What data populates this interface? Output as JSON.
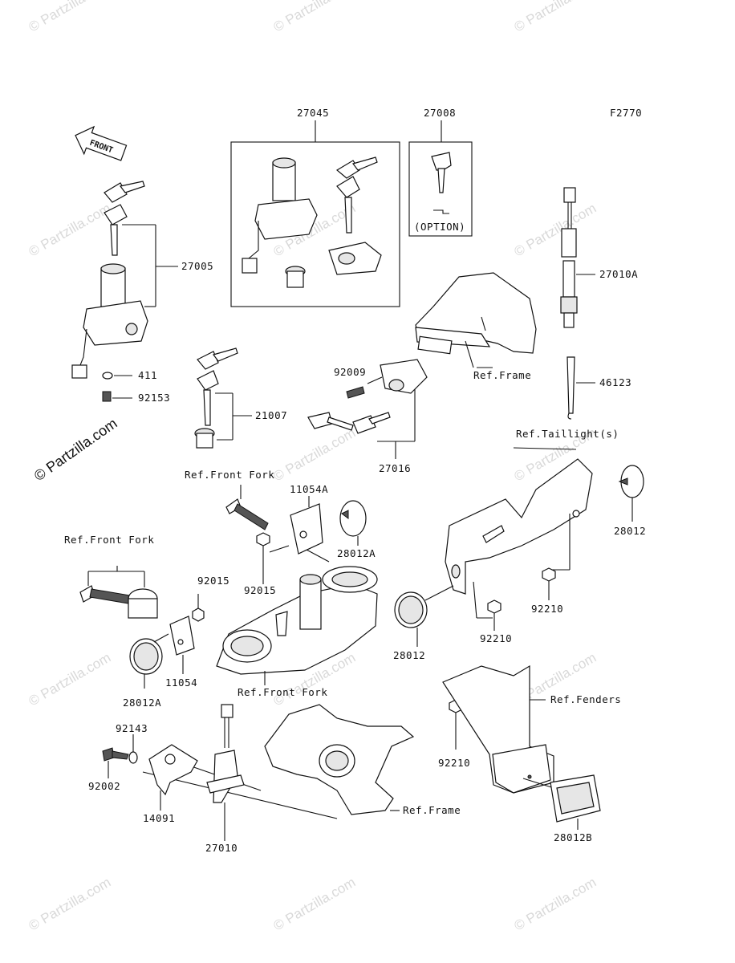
{
  "diagram_code": "F2770",
  "front_label": "FRONT",
  "copyright": "© Partzilla.com",
  "watermark": "© Partzilla.com",
  "option_label": "(OPTION)",
  "parts": {
    "p27045": "27045",
    "p27008": "27008",
    "p27005": "27005",
    "p411": "411",
    "p92153": "92153",
    "p21007": "21007",
    "p92009": "92009",
    "p27016": "27016",
    "p27010A": "27010A",
    "p46123": "46123",
    "p11054A": "11054A",
    "p28012A_top": "28012A",
    "p92015_top": "92015",
    "p92015_left": "92015",
    "p11054": "11054",
    "p28012A_bottom": "28012A",
    "p28012_right": "28012",
    "p28012_mid": "28012",
    "p92210_a": "92210",
    "p92210_b": "92210",
    "p92210_c": "92210",
    "p92143": "92143",
    "p92002": "92002",
    "p14091": "14091",
    "p27010": "27010",
    "p28012B": "28012B"
  },
  "refs": {
    "frame_top": "Ref.Frame",
    "taillight": "Ref.Taillight(s)",
    "front_fork_top": "Ref.Front Fork",
    "front_fork_left": "Ref.Front Fork",
    "front_fork_bottom": "Ref.Front Fork",
    "fenders": "Ref.Fenders",
    "frame_bottom": "Ref.Frame"
  }
}
